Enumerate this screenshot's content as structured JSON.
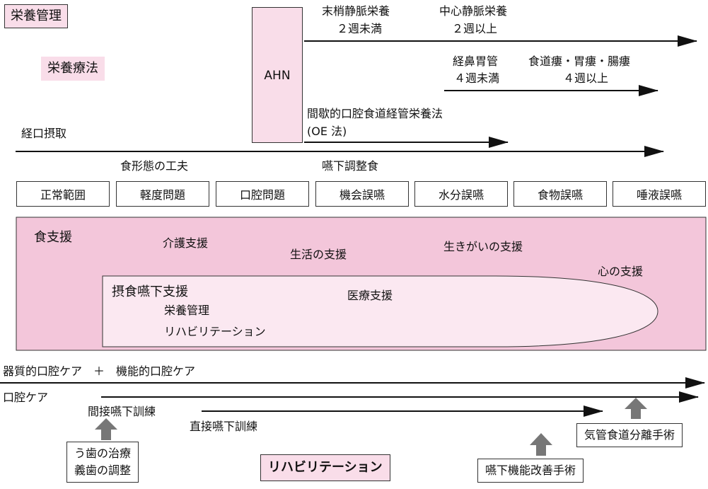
{
  "header": {
    "nutrition_mgmt": "栄養管理",
    "nutrition_therapy": "栄養療法"
  },
  "ahn": "AHN",
  "routes": {
    "ppn_line1": "末梢静脈栄養",
    "ppn_line2": "２週未満",
    "tpn_line1": "中心静脈栄養",
    "tpn_line2": "２週以上",
    "ng_line1": "経鼻胃管",
    "ng_line2": "４週未満",
    "stoma_line1": "食道瘻・胃瘻・腸瘻",
    "stoma_line2": "４週以上",
    "oe_line1": "間歇的口腔食道経管栄養法",
    "oe_line2": "(OE 法)",
    "oral_intake": "経口摂取",
    "food_form": "食形態の工夫",
    "dysphagia_diet": "嚥下調整食"
  },
  "categories": [
    "正常範囲",
    "軽度問題",
    "口腔問題",
    "機会誤嚥",
    "水分誤嚥",
    "食物誤嚥",
    "唾液誤嚥"
  ],
  "support": {
    "title": "食支援",
    "care": "介護支援",
    "life": "生活の支援",
    "ikigai": "生きがいの支援",
    "heart": "心の支援",
    "intake_support": "摂食嚥下支援",
    "medical": "医療支援",
    "nutrition": "栄養管理",
    "rehab": "リハビリテーション"
  },
  "oral_care": {
    "combined": "器質的口腔ケア　＋　機能的口腔ケア",
    "label": "口腔ケア",
    "indirect": "間接嚥下訓練",
    "direct": "直接嚥下訓練"
  },
  "boxes": {
    "dental_line1": "う歯の治療",
    "dental_line2": "義歯の調整",
    "rehab_title": "リハビリテーション",
    "swallow_surgery": "嚥下機能改善手術",
    "separation_surgery": "気管食道分離手術"
  },
  "colors": {
    "pink_light": "#f9dde9",
    "pink_mid": "#f3c6da",
    "ellipse_fill": "#fbe8f1",
    "arrow_gray": "#777777"
  }
}
